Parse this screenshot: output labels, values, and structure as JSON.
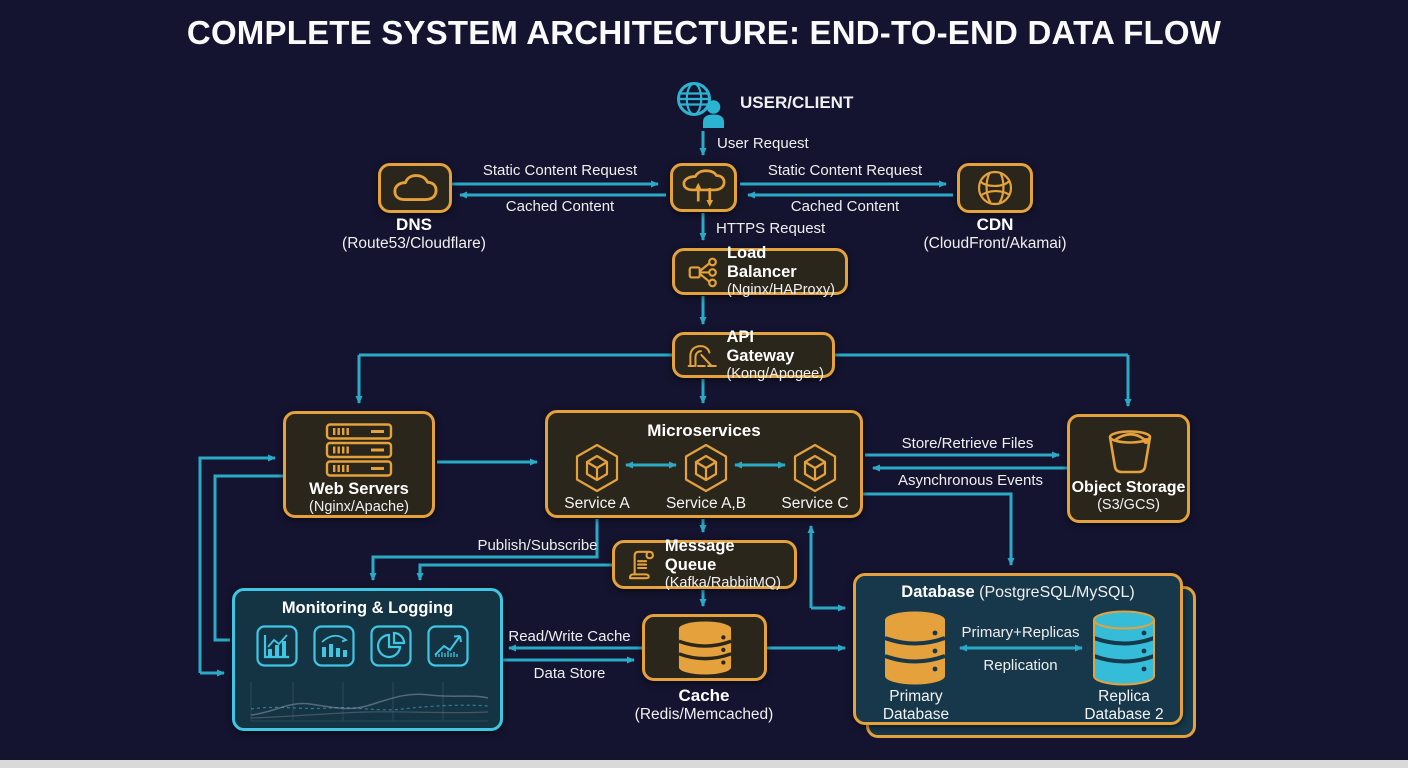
{
  "title": "COMPLETE SYSTEM ARCHITECTURE: END-TO-END DATA FLOW",
  "colors": {
    "background": "#141430",
    "accent_orange": "#E4A13C",
    "accent_cyan": "#2BAAC6",
    "monitoring_border": "#3FC6E3",
    "replica_cyan": "#35BCD9",
    "box_fill": "#2B261B",
    "teal_fill": "#16384A"
  },
  "nodes": {
    "user": {
      "label": "USER/CLIENT"
    },
    "dns": {
      "label": "DNS",
      "sub": "(Route53/Cloudflare)"
    },
    "cdn": {
      "label": "CDN",
      "sub": "(CloudFront/Akamai)"
    },
    "load_balancer": {
      "label": "Load Balancer",
      "sub": "(Nginx/HAProxy)"
    },
    "api_gateway": {
      "label": "API Gateway",
      "sub": "(Kong/Apogee)"
    },
    "web_servers": {
      "label": "Web Servers",
      "sub": "(Nginx/Apache)"
    },
    "microservices": {
      "label": "Microservices",
      "services": [
        {
          "label": "Service A"
        },
        {
          "label": "Service A,B"
        },
        {
          "label": "Service C"
        }
      ]
    },
    "object_storage": {
      "label": "Object Storage",
      "sub": "(S3/GCS)"
    },
    "message_queue": {
      "label": "Message Queue",
      "sub": "(Kafka/RabbitMQ)"
    },
    "monitoring": {
      "label": "Monitoring & Logging"
    },
    "cache": {
      "label": "Cache",
      "sub": "(Redis/Memcached)"
    },
    "database": {
      "label": "Database",
      "sub": "(PostgreSQL/MySQL)",
      "primary": {
        "line1": "Primary",
        "line2": "Database"
      },
      "replica": {
        "line1": "Replica",
        "line2": "Database 2"
      },
      "replication_top": "Primary+Replicas",
      "replication_bottom": "Replication"
    }
  },
  "edges": {
    "user_request": "User Request",
    "static_content_left": "Static Content Request",
    "cached_content_left": "Cached Content",
    "static_content_right": "Static Content Request",
    "cached_content_right": "Cached Content",
    "https_request": "HTTPS Request",
    "store_retrieve_files": "Store/Retrieve Files",
    "asynchronous_events": "Asynchronous Events",
    "publish_subscribe": "Publish/Subscribe",
    "read_write_cache": "Read/Write Cache",
    "data_store": "Data Store"
  }
}
